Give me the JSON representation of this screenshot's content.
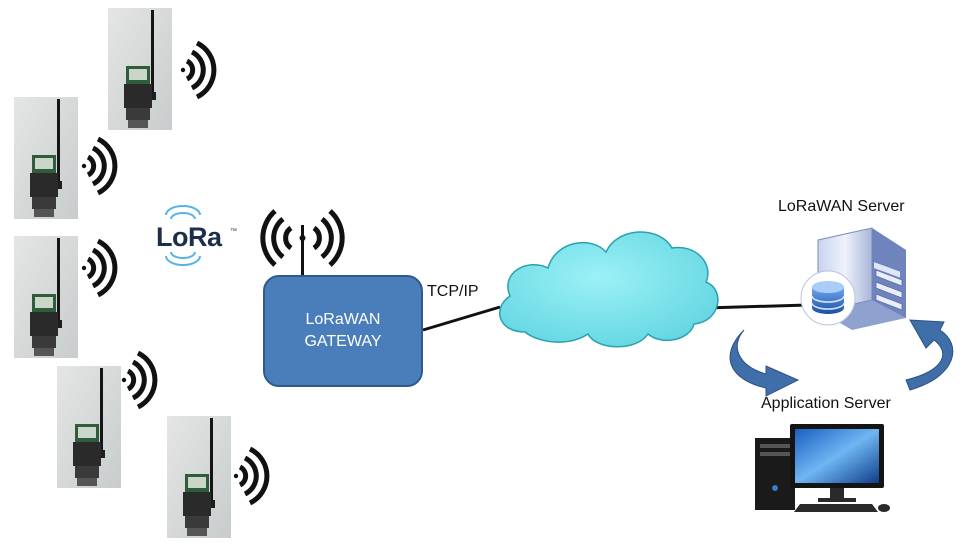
{
  "labels": {
    "lora_logo": "LoRa",
    "lora_tm": "™",
    "gateway_line1": "LoRaWAN",
    "gateway_line2": "GATEWAY",
    "tcpip": "TCP/IP",
    "server": "LoRaWAN Server",
    "app_server": "Application Server"
  },
  "colors": {
    "gateway_fill": "#4a7ebb",
    "cloud_fill": "#72e3ec",
    "arrow_fill": "#3f6ea8",
    "signal": "#111111"
  },
  "icons": [
    "end-device-photo",
    "radio-signal-icon",
    "lora-logo",
    "gateway-antenna-icon",
    "cloud-icon",
    "server-icon",
    "database-icon",
    "desktop-computer-icon",
    "sync-arrow-icon"
  ]
}
